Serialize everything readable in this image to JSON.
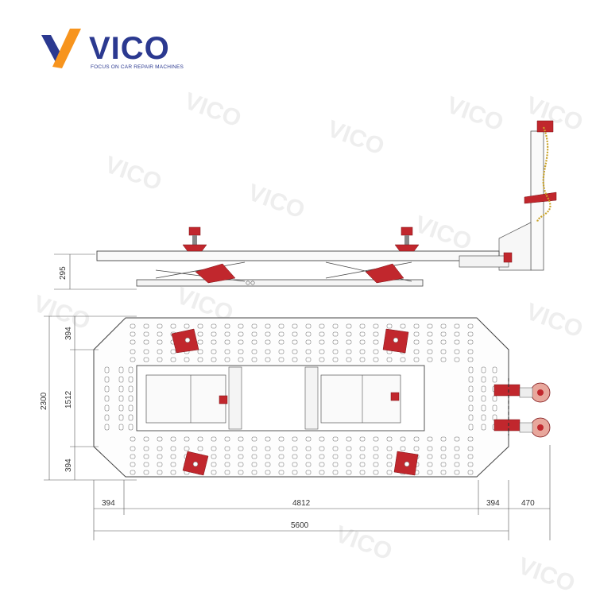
{
  "brand": {
    "name": "VICO",
    "tagline": "FOCUS ON CAR REPAIR MACHINES",
    "colors": {
      "blue": "#2b3990",
      "orange": "#f7941d",
      "red": "#c1272d",
      "chain": "#c9a227"
    }
  },
  "watermark": {
    "text": "VICO"
  },
  "dimensions": {
    "side_height": "295",
    "total_width": "2300",
    "top_margin": "394",
    "middle_span": "1512",
    "bottom_margin": "394",
    "left_margin": "394",
    "platform_length": "4812",
    "right_margin": "394",
    "tower_extension": "470",
    "total_length": "5600"
  }
}
